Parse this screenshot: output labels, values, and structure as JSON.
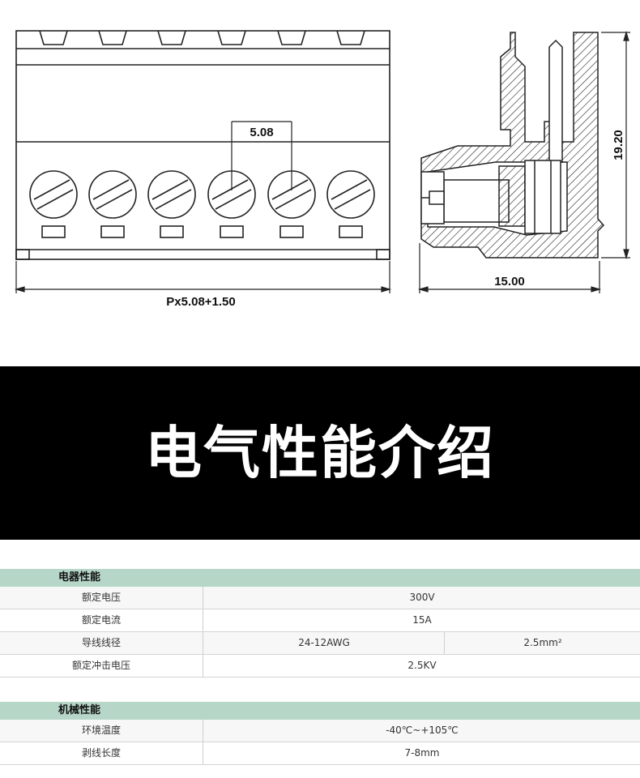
{
  "drawing": {
    "pitch_label": "5.08",
    "width_label": "Px5.08+1.50",
    "height_label": "19.20",
    "depth_label": "15.00"
  },
  "banner": {
    "title": "电气性能介绍"
  },
  "electrical": {
    "header": "电器性能",
    "rows": [
      {
        "label": "额定电压",
        "value": "300V"
      },
      {
        "label": "额定电流",
        "value": "15A"
      },
      {
        "label": "导线线径",
        "value_a": "24-12AWG",
        "value_b": "2.5mm²"
      },
      {
        "label": "额定冲击电压",
        "value": "2.5KV"
      }
    ]
  },
  "mechanical": {
    "header": "机械性能",
    "rows": [
      {
        "label": "环境温度",
        "value": "-40℃~+105℃"
      },
      {
        "label": "剥线长度",
        "value": "7-8mm"
      }
    ]
  },
  "colors": {
    "header_bg": "#b6d6c8",
    "banner_bg": "#000000"
  }
}
